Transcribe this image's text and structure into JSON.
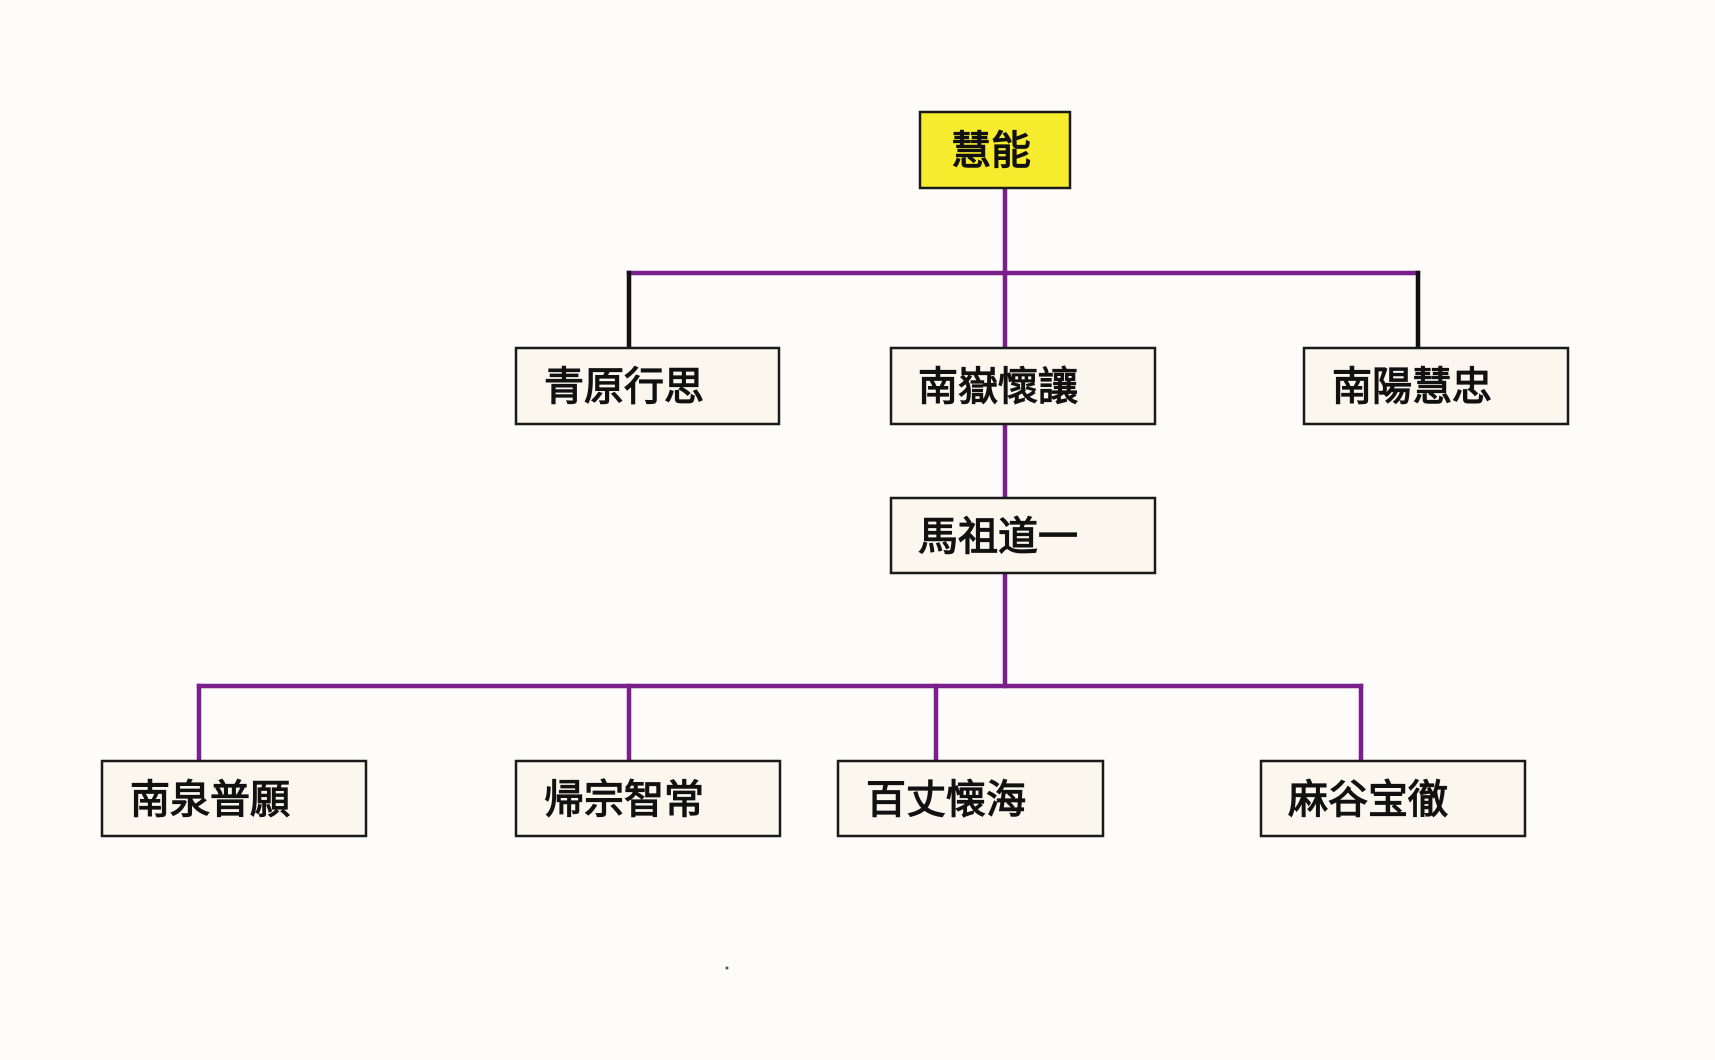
{
  "colors": {
    "background": "#fdfcfa",
    "connector": "#7a1f8c",
    "connector_dark": "#111111",
    "root_fill": "#f8ec2e",
    "node_fill": "#fbf7ef",
    "border": "#1a1a1a"
  },
  "root": {
    "label": "慧能"
  },
  "level1": [
    {
      "label": "青原行思"
    },
    {
      "label": "南嶽懷讓"
    },
    {
      "label": "南陽慧忠"
    }
  ],
  "level2": [
    {
      "label": "馬祖道一"
    }
  ],
  "level3": [
    {
      "label": "南泉普願"
    },
    {
      "label": "帰宗智常"
    },
    {
      "label": "百丈懐海"
    },
    {
      "label": "麻谷宝徹"
    }
  ]
}
